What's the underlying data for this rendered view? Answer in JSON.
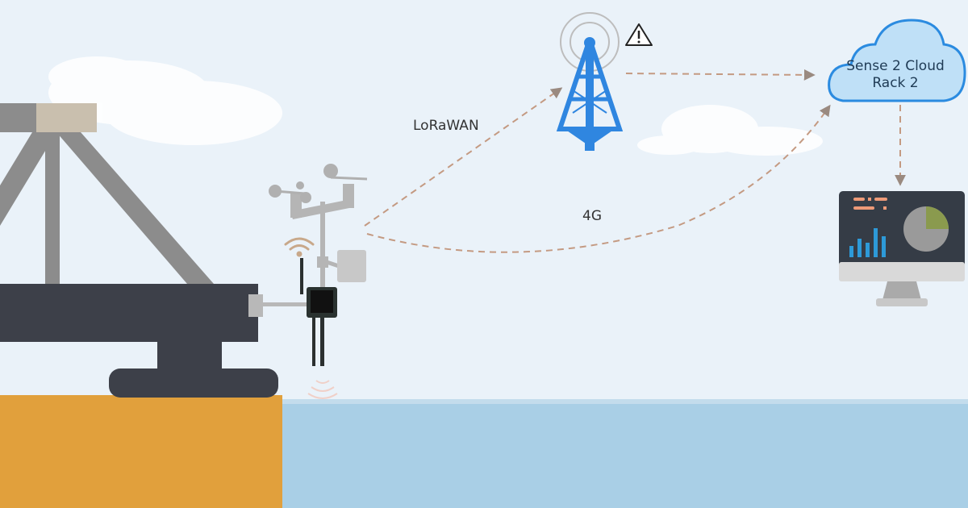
{
  "labels": {
    "lorawan": "LoRaWAN",
    "cellular": "4G",
    "cloud_line1": "Sense 2 Cloud",
    "cloud_line2": "Rack 2"
  },
  "icons": [
    "cell-tower-icon",
    "warning-icon",
    "cloud-icon",
    "monitor-dashboard-icon",
    "weather-station-icon",
    "wifi-icon",
    "bridge-icon"
  ],
  "colors": {
    "sky": "#eaf2f9",
    "water": "#a9cfe6",
    "ground": "#e1a03c",
    "bridge": "#3d4049",
    "tower": "#2f86e0",
    "arrow": "#c49a82",
    "cloud_fill": "#bfe0f7",
    "cloud_stroke": "#2b8be0"
  }
}
